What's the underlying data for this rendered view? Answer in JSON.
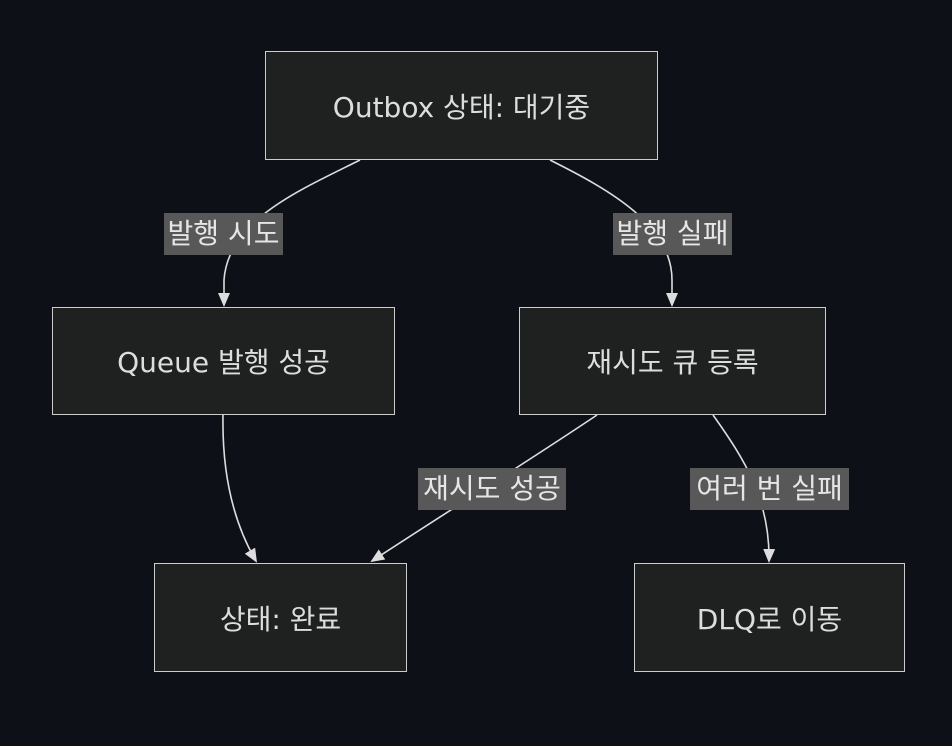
{
  "nodes": {
    "outbox_waiting": "Outbox 상태: 대기중",
    "queue_publish_success": "Queue 발행 성공",
    "retry_queue_register": "재시도 큐 등록",
    "status_complete": "상태: 완료",
    "move_to_dlq": "DLQ로 이동"
  },
  "edges": {
    "publish_attempt": "발행 시도",
    "publish_fail": "발행 실패",
    "retry_success": "재시도 성공",
    "multiple_fail": "여러 번 실패"
  }
}
